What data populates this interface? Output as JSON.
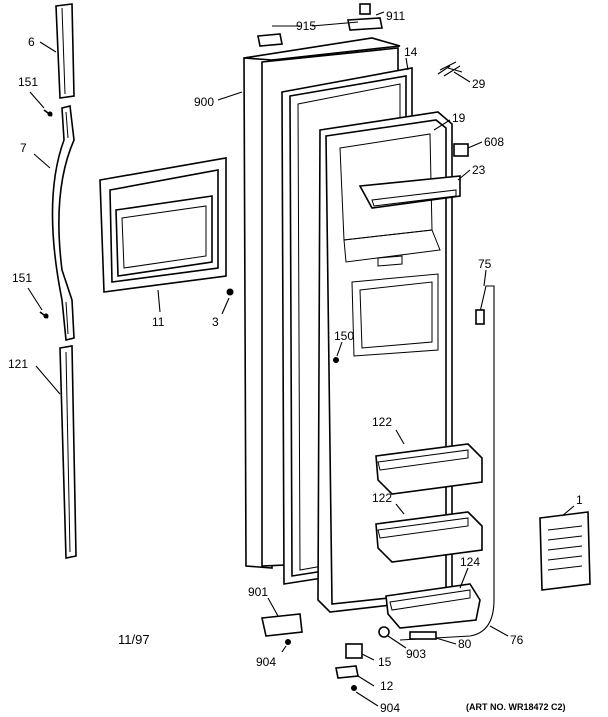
{
  "callouts": {
    "c6": "6",
    "c151a": "151",
    "c7": "7",
    "c151b": "151",
    "c121": "121",
    "c11": "11",
    "c3": "3",
    "c900": "900",
    "c915": "915",
    "c911": "911",
    "c14": "14",
    "c29": "29",
    "c19": "19",
    "c608": "608",
    "c23": "23",
    "c75": "75",
    "c150": "150",
    "c122a": "122",
    "c122b": "122",
    "c124": "124",
    "c1": "1",
    "c901": "901",
    "c904a": "904",
    "c15": "15",
    "c903": "903",
    "c80": "80",
    "c76": "76",
    "c12": "12",
    "c904b": "904"
  },
  "date_code": "11/97",
  "art_number": "(ART NO. WR18472 C2)"
}
